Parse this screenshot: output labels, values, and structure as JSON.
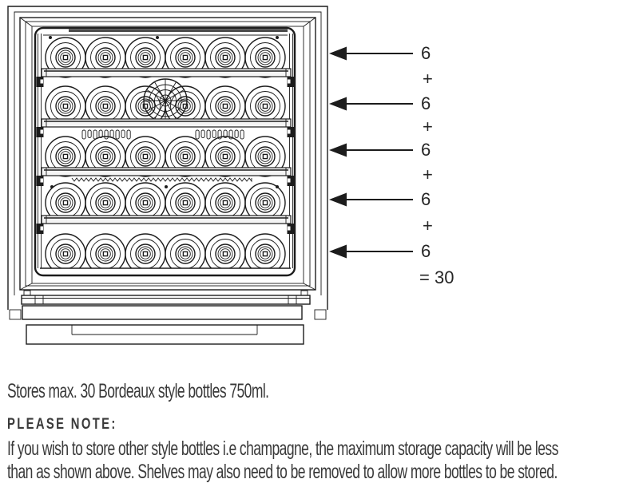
{
  "diagram": {
    "type": "wine-cooler-front-view-bottle-layout",
    "shelf_rows": [
      {
        "label": "6",
        "bottles": 6
      },
      {
        "label": "6",
        "bottles": 6
      },
      {
        "label": "6",
        "bottles": 6
      },
      {
        "label": "6",
        "bottles": 6
      },
      {
        "label": "6",
        "bottles": 6
      }
    ],
    "operator": "+",
    "total": "= 30",
    "colors": {
      "line": "#1c1c1c",
      "shelf_fill": "#f4f4f4",
      "top_bar": "#4a4a4a",
      "label_text": "#262626"
    }
  },
  "caption": "Stores max. 30 Bordeaux style bottles 750ml.",
  "note": {
    "heading": "PLEASE NOTE:",
    "body_lines": [
      "If you wish to store other style bottles i.e champagne, the maximum storage capacity will be less",
      "than as shown above. Shelves may also need to be removed to allow more bottles to be stored."
    ]
  }
}
